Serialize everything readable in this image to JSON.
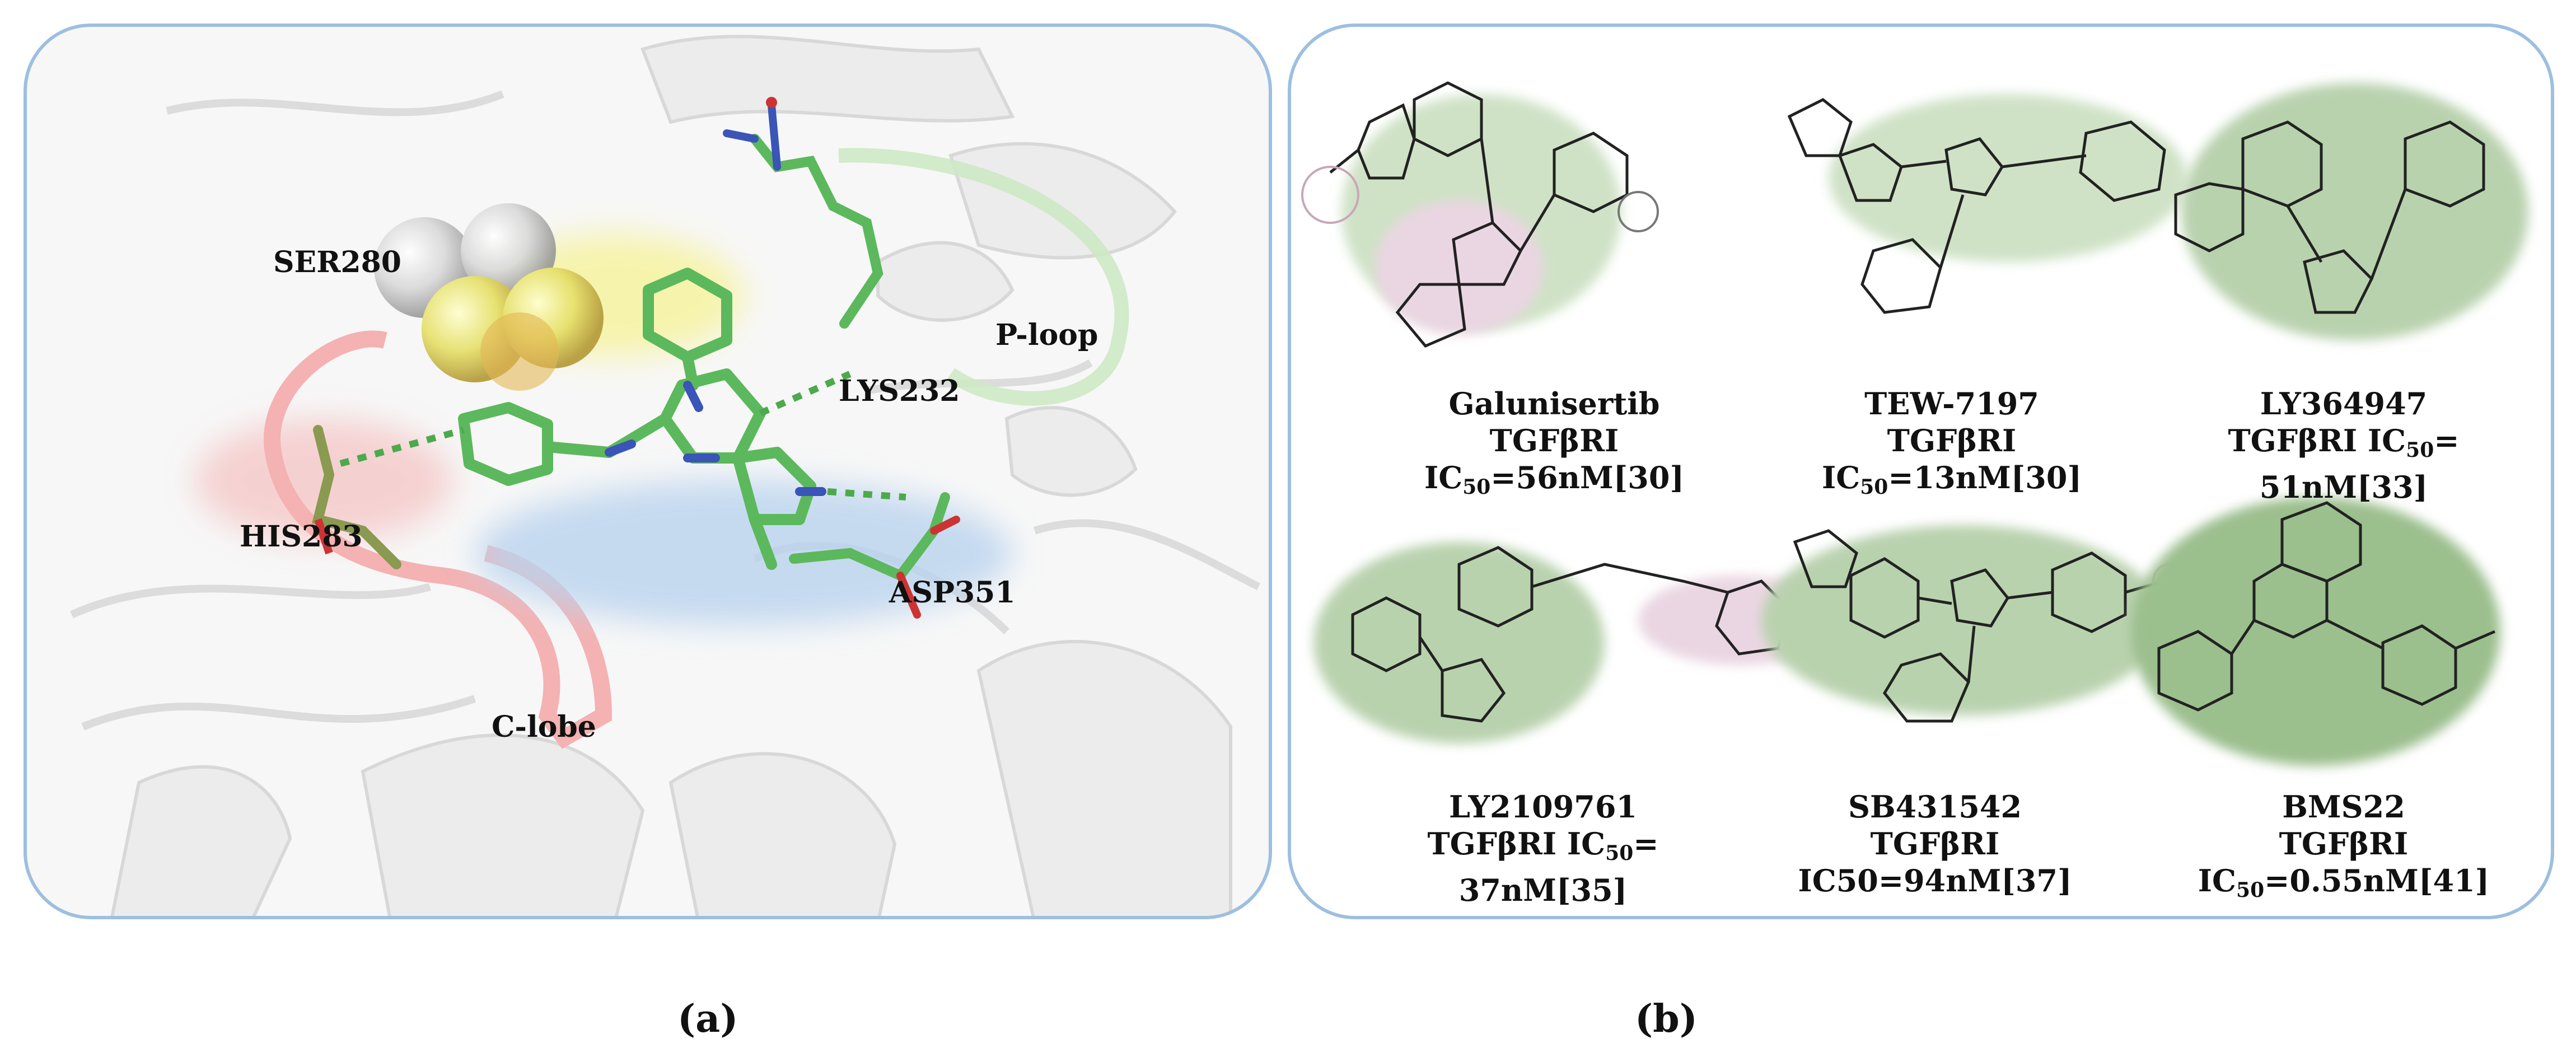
{
  "panel_a": {
    "labels": {
      "ser280": "SER280",
      "ploop": "P-loop",
      "lys232": "LYS232",
      "his283": "HIS283",
      "asp351": "ASP351",
      "clobe": "C-lobe"
    }
  },
  "panel_b": {
    "compounds": [
      {
        "name": "Galunisertib",
        "activity_prefix": "TGFβRI IC",
        "activity_sub": "50",
        "activity_value": "=56nM[30]"
      },
      {
        "name": "TEW-7197",
        "activity_prefix": "TGFβRI IC",
        "activity_sub": "50",
        "activity_value": "=13nM[30]"
      },
      {
        "name": "LY364947",
        "activity_prefix": "TGFβRI IC",
        "activity_sub": "50",
        "activity_value": "= 51nM[33]"
      },
      {
        "name": "LY2109761",
        "activity_prefix": "TGFβRI IC",
        "activity_sub": "50",
        "activity_value": "= 37nM[35]"
      },
      {
        "name": "SB431542",
        "activity_prefix": "TGFβRI IC50=94nM[37]",
        "activity_sub": "",
        "activity_value": ""
      },
      {
        "name": "BMS22",
        "activity_prefix": "TGFβRI IC",
        "activity_sub": "50",
        "activity_value": "=0.55nM[41]"
      }
    ]
  },
  "figure_labels": {
    "a": "(a)",
    "b": "(b)"
  },
  "colors": {
    "border": "#9dbfe0",
    "ligand": "#5cb85c",
    "hinge_red": "#f4b2b2",
    "blue_glow": "#b9d3ee",
    "yellow_glow": "#f6f39a"
  }
}
